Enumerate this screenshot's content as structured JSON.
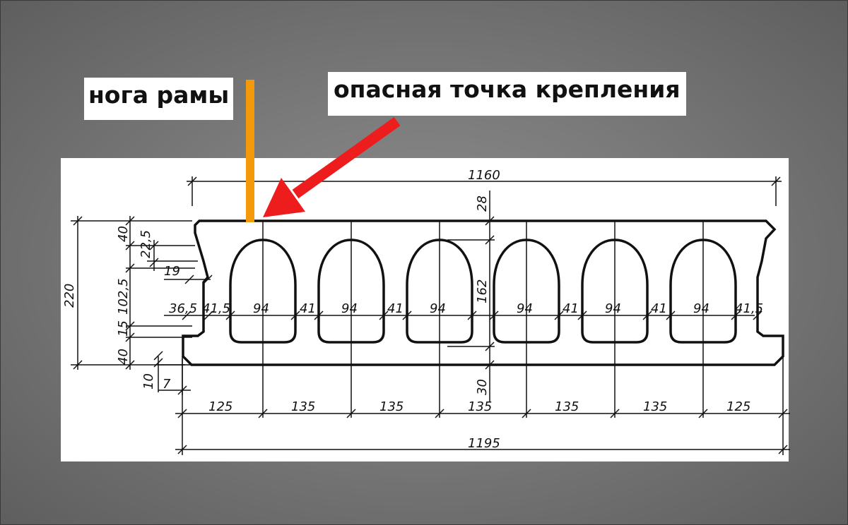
{
  "labels": {
    "frame_leg": "нога рамы",
    "dangerous_point": "опасная точка крепления"
  },
  "dimensions": {
    "total_top": "1160",
    "total_bottom": "1195",
    "top_offset": "28",
    "bottom_offset": "30",
    "hole_height": "162",
    "height": "220",
    "left_40_top": "40",
    "left_22_5": "22,5",
    "left_19": "19",
    "left_102_5": "102,5",
    "left_15": "15",
    "left_40_bottom": "40",
    "left_10": "10",
    "left_7": "7",
    "edge_36_5": "36,5",
    "edge_41_5_left": "41,5",
    "edge_41_5_right": "41,5",
    "hole_width": "94",
    "web": "41",
    "pitch_125": "125",
    "pitch_135": "135"
  },
  "colors": {
    "leg": "#f39a0a",
    "arrow": "#ee1d1d",
    "ink": "#111111",
    "paper": "#ffffff"
  }
}
